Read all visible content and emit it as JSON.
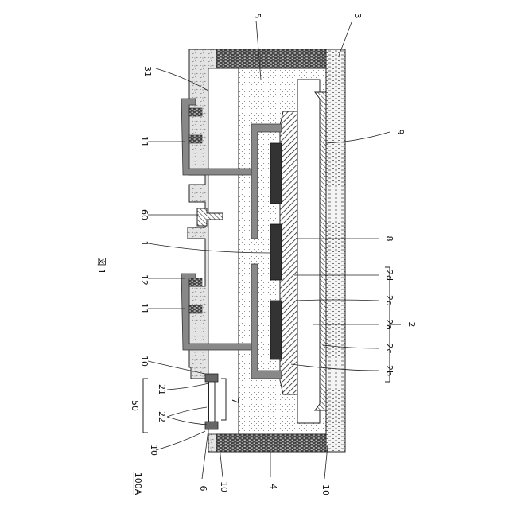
{
  "figure": {
    "title": "図 1",
    "id_label": "100A"
  },
  "labels": {
    "l1": "1",
    "l2": "2",
    "l2a": "2a",
    "l2b": "2b",
    "l2c": "2c",
    "l2d_top": "2d",
    "l2d_bottom": "2d",
    "l3": "3",
    "l4": "4",
    "l5": "5",
    "l6": "6",
    "l7": "7",
    "l8": "8",
    "l9": "9",
    "l10_a": "10",
    "l10_b": "10",
    "l10_c": "10",
    "l10_d": "10",
    "l11_a": "11",
    "l11_b": "11",
    "l12": "12",
    "l21": "21",
    "l22": "22",
    "l31": "31",
    "l50": "50",
    "l60": "60"
  }
}
